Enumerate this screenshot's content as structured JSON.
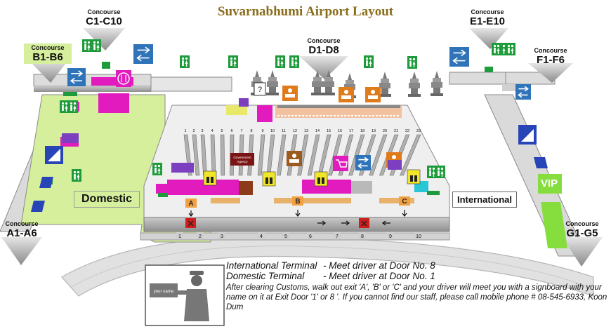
{
  "title": "Suvarnabhumi Airport Layout",
  "concourse_caption": "Concourse",
  "concourses": {
    "a": "A1-A6",
    "b": "B1-B6",
    "c": "C1-C10",
    "d": "D1-D8",
    "e": "E1-E10",
    "f": "F1-F6",
    "g": "G1-G5"
  },
  "zones": {
    "domestic": "Domestic",
    "international": "International",
    "vip": "VIP"
  },
  "exits": [
    "A",
    "B",
    "C"
  ],
  "doors": [
    "1",
    "2",
    "3",
    "4",
    "5",
    "6",
    "7",
    "8",
    "9",
    "10"
  ],
  "counters": [
    "1",
    "2",
    "3",
    "4",
    "5",
    "6",
    "7",
    "8",
    "9",
    "10",
    "11",
    "12",
    "13",
    "14",
    "15",
    "16",
    "17",
    "18",
    "19",
    "20",
    "21",
    "22",
    "23"
  ],
  "signs": {
    "government_agency": "Government Agency",
    "your_name": "your name"
  },
  "meet_info": [
    {
      "term": "International Terminal",
      "text": "- Meet driver at Door No. 8"
    },
    {
      "term": "Domestic Terminal",
      "text": "- Meet driver at Door No. 1"
    }
  ],
  "instructions": "After clearing Customs, walk out exit 'A', 'B' or 'C' and your driver will meet you with a signboard with your name on it at Exit Door '1' or 8 '. If you cannot find our staff, please call mobile phone # 08-545-6933, Koon Dum",
  "colors": {
    "restroom": "#1e9b3a",
    "transfer": "#2f73b8",
    "counter": "#e07b1c",
    "shop": "#e21bbf",
    "vip": "#86de3e",
    "domestic_floor": "#d6ef9c",
    "exit_label": "#f1a142",
    "exit_marker": "#d21c1c",
    "title": "#8a6d1c"
  },
  "icons": [
    "restroom-icon",
    "transfer-icon",
    "elevator-icon",
    "restaurant-icon",
    "departure-icon",
    "immigration-icon",
    "temple-icon",
    "cart-icon",
    "exit-x-icon",
    "arrow-icon",
    "driver-icon"
  ]
}
